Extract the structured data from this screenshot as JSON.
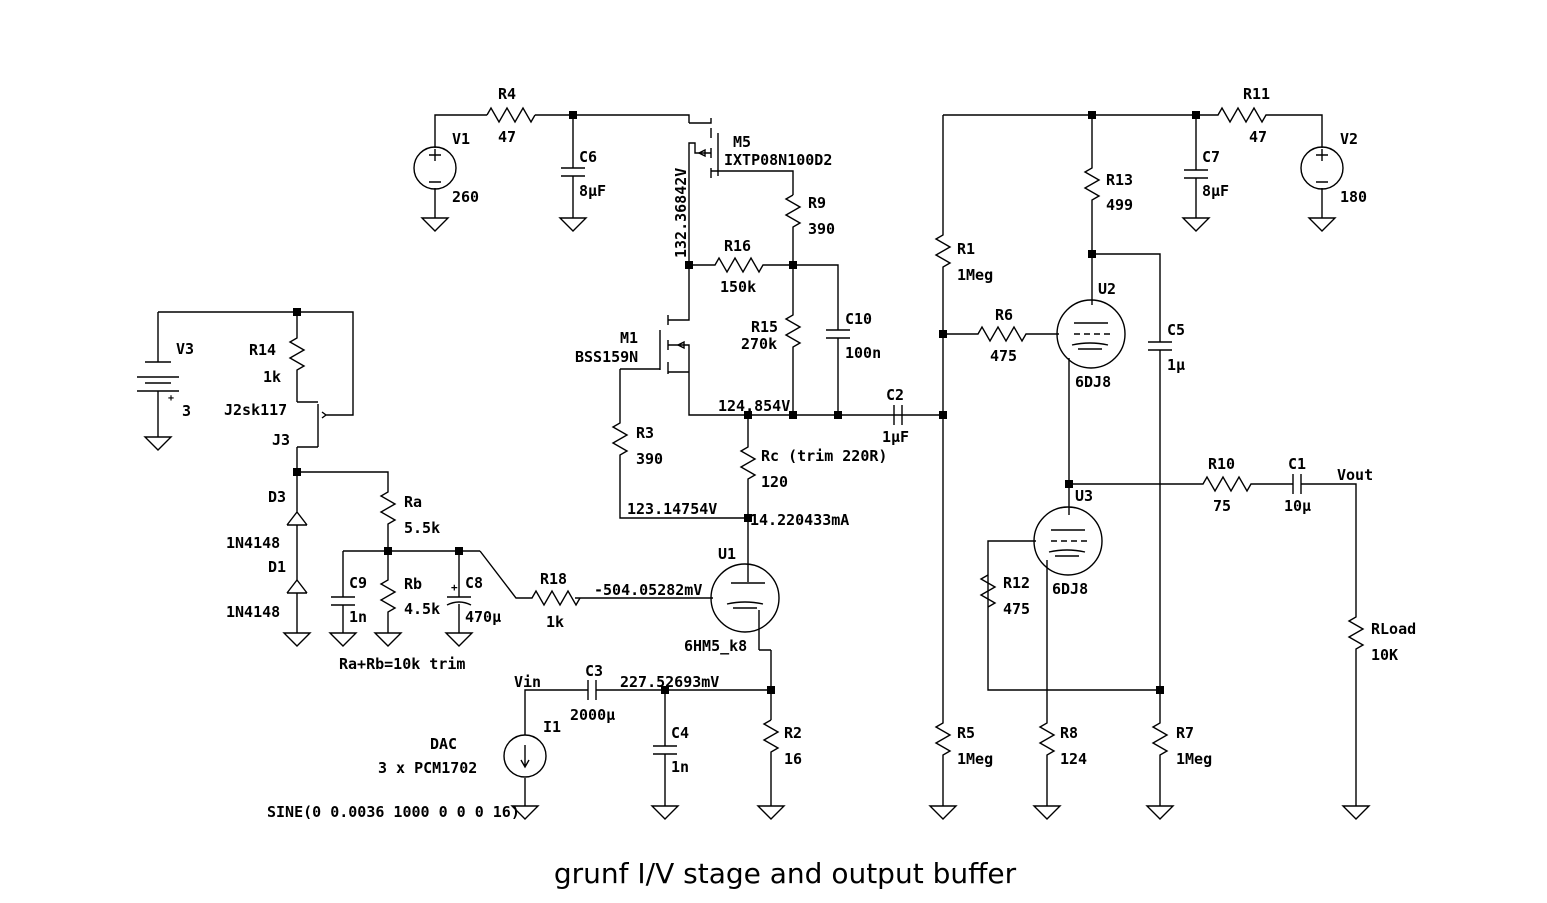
{
  "caption": "grunf I/V stage and output buffer",
  "labels": {
    "R4": "R4",
    "R4v": "47",
    "V1": "V1",
    "V1v": "260",
    "C6": "C6",
    "C6v": "8µF",
    "M5": "M5",
    "M5v": "IXTP08N100D2",
    "node1": "132.36842V",
    "R9": "R9",
    "R9v": "390",
    "R16": "R16",
    "R16v": "150k",
    "M1": "M1",
    "M1v": "BSS159N",
    "R15": "R15",
    "R15v": "270k",
    "C10": "C10",
    "C10v": "100n",
    "node2": "124.854V",
    "C2": "C2",
    "C2v": "1µF",
    "R3": "R3",
    "R3v": "390",
    "Rc": "Rc (trim 220R)",
    "Rcv": "120",
    "node3": "123.14754V",
    "node4": "14.220433mA",
    "U1": "U1",
    "U1v": "6HM5_k8",
    "node5": "-504.05282mV",
    "R18": "R18",
    "R18v": "1k",
    "V3": "V3",
    "V3v": "3",
    "R14": "R14",
    "R14v": "1k",
    "J3": "J3",
    "J3v": "J2sk117",
    "D3": "D3",
    "D3v": "1N4148",
    "D1": "D1",
    "D1v": "1N4148",
    "Ra": "Ra",
    "Rav": "5.5k",
    "Rb": "Rb",
    "Rbv": "4.5k",
    "C9": "C9",
    "C9v": "1n",
    "C8": "C8",
    "C8v": "470µ",
    "trim": "Ra+Rb=10k trim",
    "Vin": "Vin",
    "C3": "C3",
    "C3v": "2000µ",
    "node6": "227.52693mV",
    "I1": "I1",
    "DAC": "DAC",
    "PCM": "3 x PCM1702",
    "sine": "SINE(0 0.0036 1000 0 0 0 16)",
    "C4": "C4",
    "C4v": "1n",
    "R2": "R2",
    "R2v": "16",
    "R1": "R1",
    "R1v": "1Meg",
    "R6": "R6",
    "R6v": "475",
    "R5": "R5",
    "R5v": "1Meg",
    "R13": "R13",
    "R13v": "499",
    "C7": "C7",
    "C7v": "8µF",
    "R11": "R11",
    "R11v": "47",
    "V2": "V2",
    "V2v": "180",
    "U2": "U2",
    "U2v": "6DJ8",
    "C5": "C5",
    "C5v": "1µ",
    "U3": "U3",
    "U3v": "6DJ8",
    "R12": "R12",
    "R12v": "475",
    "R8": "R8",
    "R8v": "124",
    "R7": "R7",
    "R7v": "1Meg",
    "R10": "R10",
    "R10v": "75",
    "C1": "C1",
    "C1v": "10µ",
    "Vout": "Vout",
    "RLoad": "RLoad",
    "RLoadv": "10K"
  }
}
